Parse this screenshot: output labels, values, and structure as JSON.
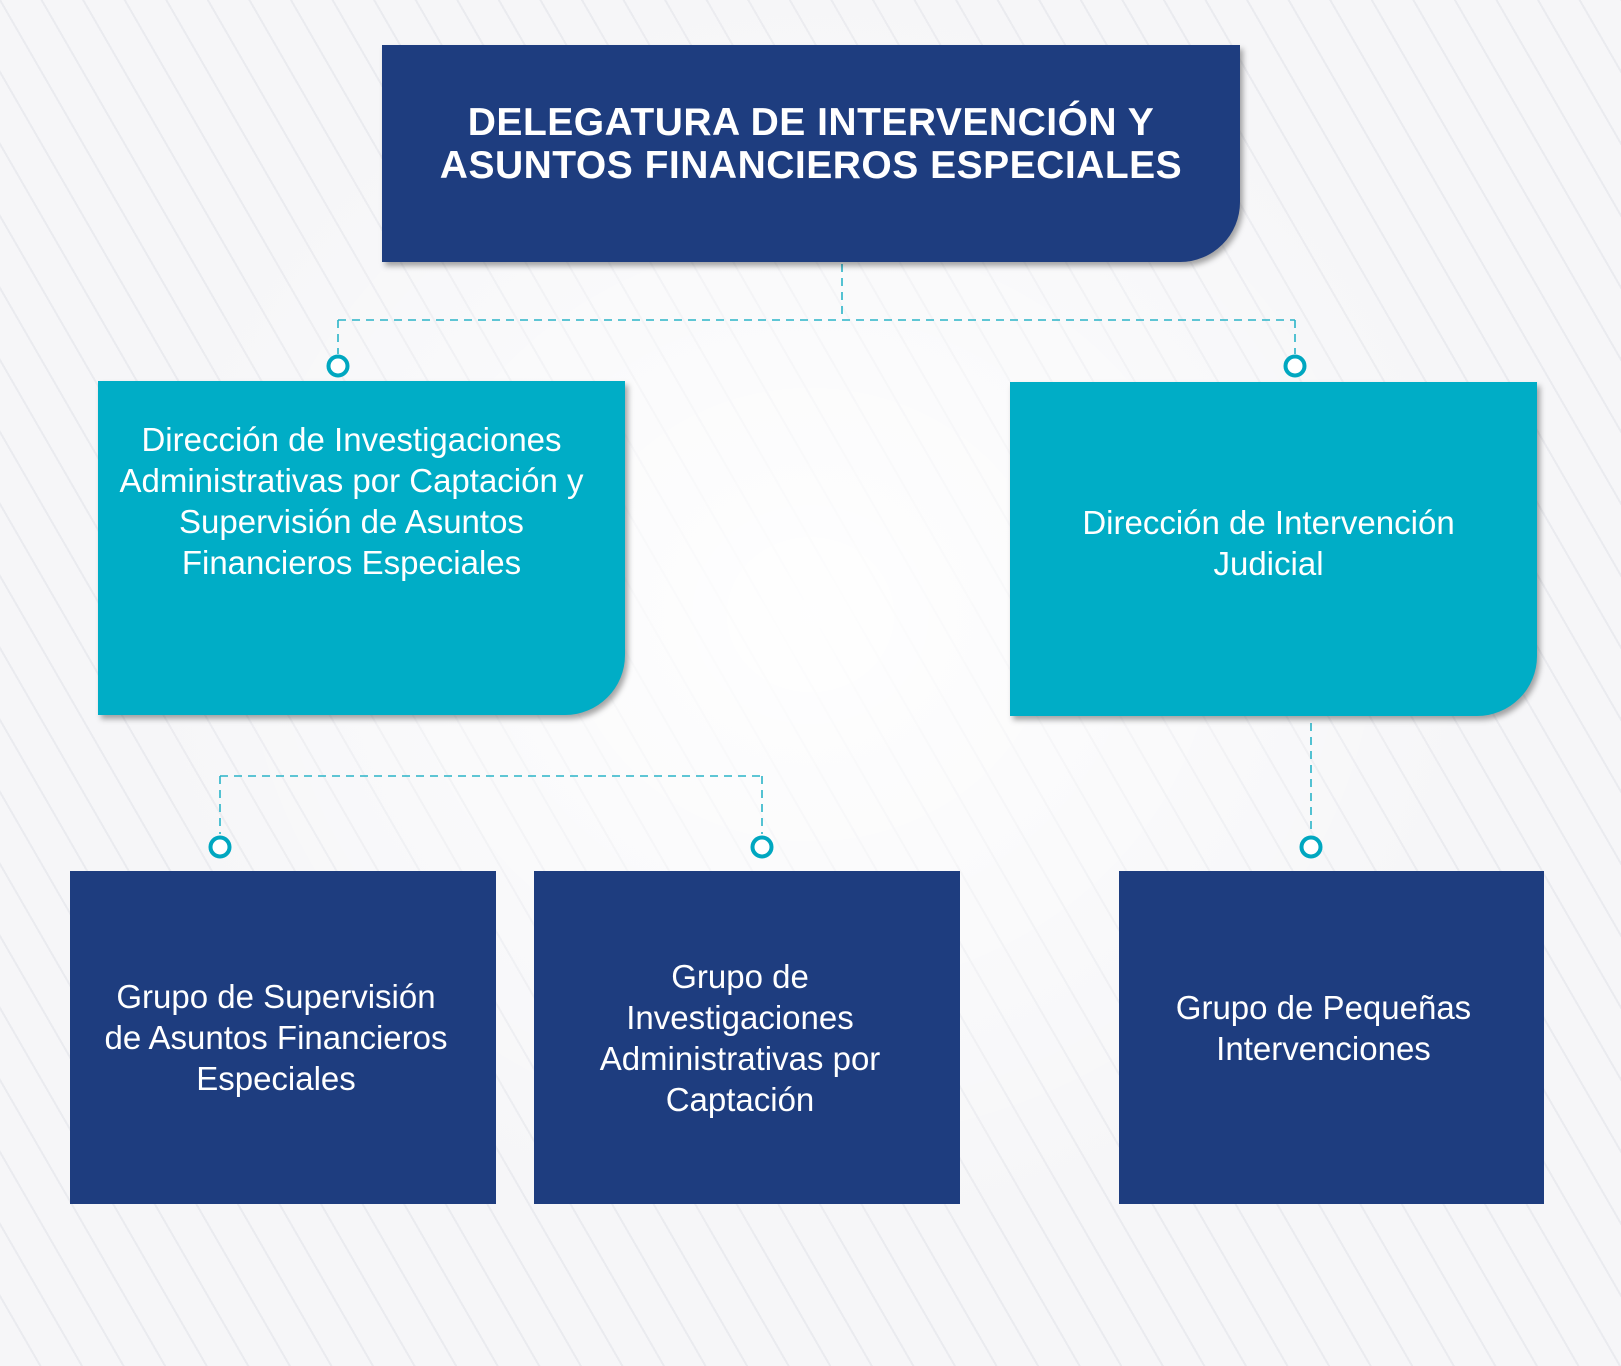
{
  "chart": {
    "root": {
      "label": "DELEGATURA DE INTERVENCIÓN Y ASUNTOS FINANCIEROS ESPECIALES"
    },
    "directorates": [
      {
        "label": "Dirección de Investigaciones Administrativas por Captación y Supervisión de Asuntos Financieros Especiales"
      },
      {
        "label": "Dirección de Intervención Judicial"
      }
    ],
    "groups": [
      {
        "label": "Grupo de Supervisión de Asuntos Financieros Especiales"
      },
      {
        "label": "Grupo de Investigaciones Administrativas por Captación"
      },
      {
        "label": "Grupo de Pequeñas Intervenciones"
      }
    ]
  },
  "colors": {
    "dark_blue": "#1e3d7f",
    "teal": "#00adc6",
    "connector": "#2ab4c8"
  }
}
